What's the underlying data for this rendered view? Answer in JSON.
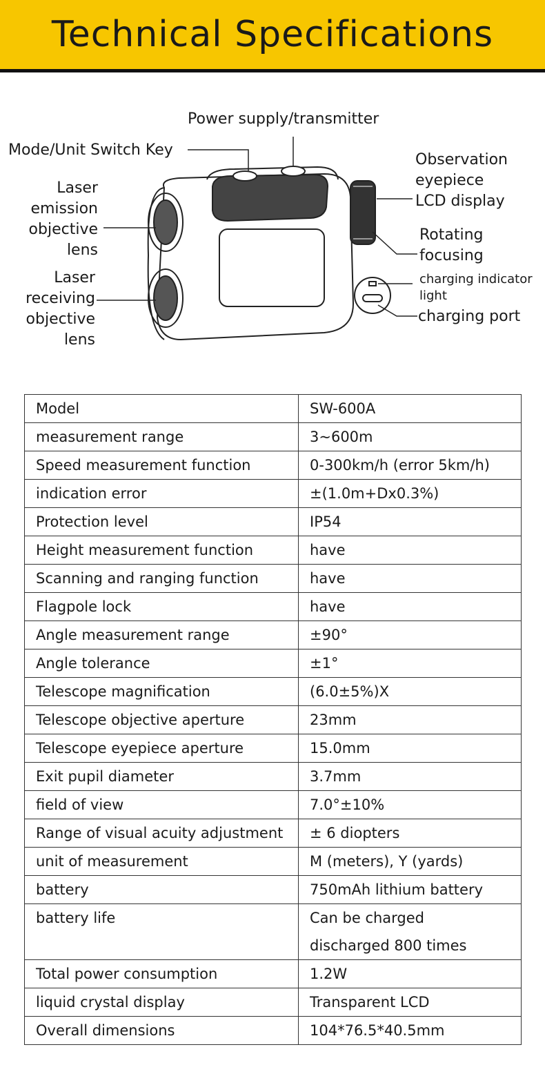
{
  "header": {
    "title": "Technical Specifications"
  },
  "diagram": {
    "labels": {
      "power": "Power supply/transmitter",
      "mode": "Mode/Unit Switch Key",
      "laser_emission": "Laser\nemission\nobjective\nlens",
      "laser_receiving": "Laser\nreceiving\nobjective\nlens",
      "observation": "Observation\neyepiece\nLCD display",
      "rotating": "Rotating\nfocusing",
      "charging_indicator": "charging indicator\n light",
      "charging_port": "charging port"
    }
  },
  "specs": {
    "rows": [
      {
        "label": "Model",
        "value": "SW-600A"
      },
      {
        "label": "measurement range",
        "value": "3~600m"
      },
      {
        "label": "Speed measurement function",
        "value": "0-300km/h (error 5km/h)"
      },
      {
        "label": "indication error",
        "value": "±(1.0m+Dx0.3%)"
      },
      {
        "label": "Protection level",
        "value": "IP54"
      },
      {
        "label": "Height measurement function",
        "value": "have"
      },
      {
        "label": "Scanning and ranging function",
        "value": "have"
      },
      {
        "label": "Flagpole lock",
        "value": "have"
      },
      {
        "label": "Angle measurement range",
        "value": "±90°"
      },
      {
        "label": "Angle tolerance",
        "value": "±1°"
      },
      {
        "label": "Telescope magnification",
        "value": "(6.0±5%)X"
      },
      {
        "label": "Telescope objective aperture",
        "value": "23mm"
      },
      {
        "label": "Telescope eyepiece aperture",
        "value": "15.0mm"
      },
      {
        "label": "Exit pupil diameter",
        "value": "3.7mm"
      },
      {
        "label": "field of view",
        "value": "7.0°±10%"
      },
      {
        "label": "Range of visual acuity adjustment",
        "value": "± 6 diopters"
      },
      {
        "label": "unit of measurement",
        "value": "M (meters), Y (yards)"
      },
      {
        "label": "battery",
        "value": "750mAh lithium battery"
      },
      {
        "label": "battery life",
        "value": "Can be charged",
        "value2": "discharged 800 times"
      },
      {
        "label": "Total power consumption",
        "value": "1.2W"
      },
      {
        "label": "liquid crystal display",
        "value": "Transparent LCD"
      },
      {
        "label": "Overall dimensions",
        "value": "104*76.5*40.5mm"
      }
    ]
  }
}
